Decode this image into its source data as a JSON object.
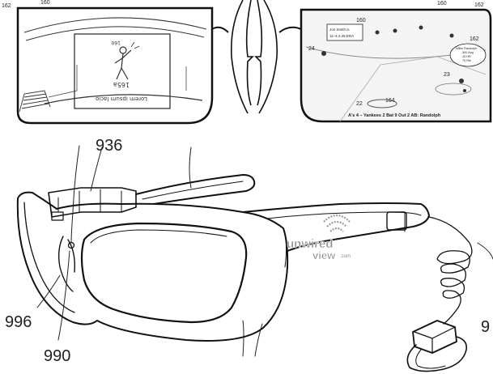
{
  "top_figure": {
    "left_lens": {
      "ref_top_left": "162",
      "ref_top_mid": "160",
      "performer_ref": "165a",
      "performer_tag": "160",
      "caption": "Lorem ipsum lacio"
    },
    "right_lens": {
      "ref_top_a": "160",
      "ref_top_b": "162",
      "ref_160": "160",
      "ref_162": "162",
      "ref_24": "24",
      "ref_23": "23",
      "ref_22": "22",
      "ref_164": "164",
      "pitcher_line1": "Jon Smith is",
      "pitcher_line2": "11–4 2.25 ERA",
      "batter_line1": "Willie Randolph",
      "batter_line2": ".300 Avg",
      "batter_line3": "15 HR",
      "batter_line4": "75 Rbi",
      "score": "A's 4 – Yankees 2 Bat 9 Out 2 AB: Randolph"
    }
  },
  "bottom_figure": {
    "ref_936": "936",
    "ref_996": "996",
    "ref_990": "990",
    "ref_9": "9"
  },
  "watermark": {
    "word1": "unwired",
    "word2": "view",
    "suffix": ".com"
  }
}
